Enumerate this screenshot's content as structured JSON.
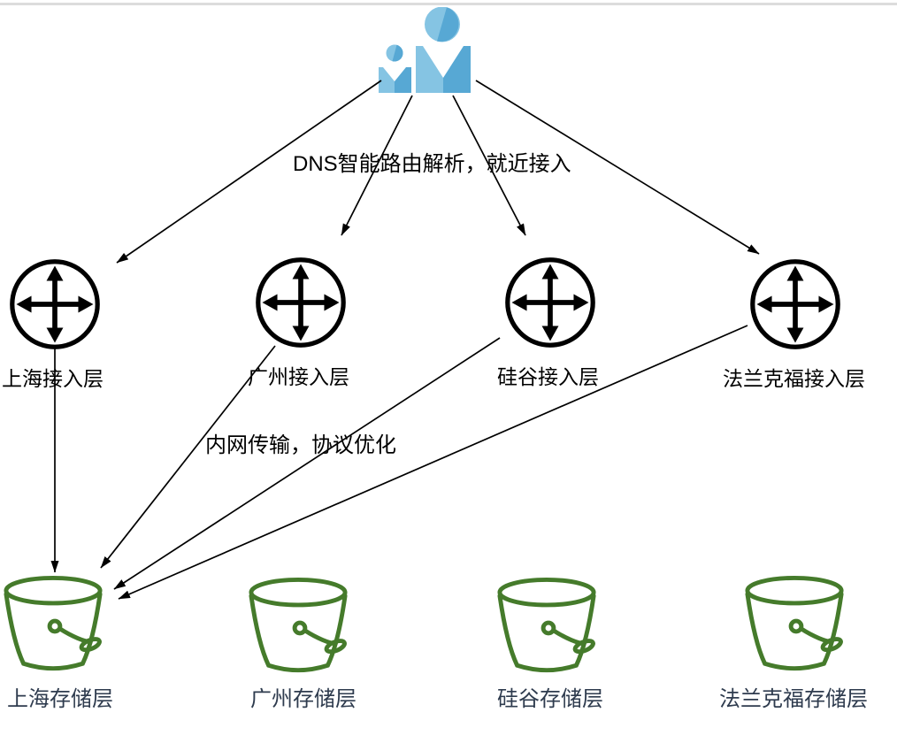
{
  "diagram_title": "",
  "annotations": {
    "dns_routing": "DNS智能路由解析，就近接入",
    "intranet_transfer": "内网传输，协议优化"
  },
  "user_source": {
    "icon": "users-icon"
  },
  "access_layer": {
    "icon": "router-icon",
    "nodes": [
      {
        "label": "上海接入层"
      },
      {
        "label": "广州接入层"
      },
      {
        "label": "硅谷接入层"
      },
      {
        "label": "法兰克福接入层"
      }
    ]
  },
  "storage_layer": {
    "icon": "bucket-icon",
    "nodes": [
      {
        "label": "上海存储层"
      },
      {
        "label": "广州存储层"
      },
      {
        "label": "硅谷存储层"
      },
      {
        "label": "法兰克福存储层"
      }
    ]
  },
  "edges": [
    {
      "from": "users",
      "to": "上海接入层"
    },
    {
      "from": "users",
      "to": "广州接入层"
    },
    {
      "from": "users",
      "to": "硅谷接入层"
    },
    {
      "from": "users",
      "to": "法兰克福接入层"
    },
    {
      "from": "上海接入层",
      "to": "上海存储层"
    },
    {
      "from": "广州接入层",
      "to": "上海存储层"
    },
    {
      "from": "硅谷接入层",
      "to": "上海存储层"
    },
    {
      "from": "法兰克福接入层",
      "to": "上海存储层"
    }
  ],
  "colors": {
    "router-stroke": "#000000",
    "bucket-stroke": "#457B2B",
    "storage-label": "#2E3B4E",
    "access-label": "#000000",
    "edge-color": "#000000",
    "user-light": "#85C4E3",
    "user-mid": "#57A8D4",
    "top-border": "#DCDCDC",
    "canvas-bg": "#FFFFFF"
  }
}
